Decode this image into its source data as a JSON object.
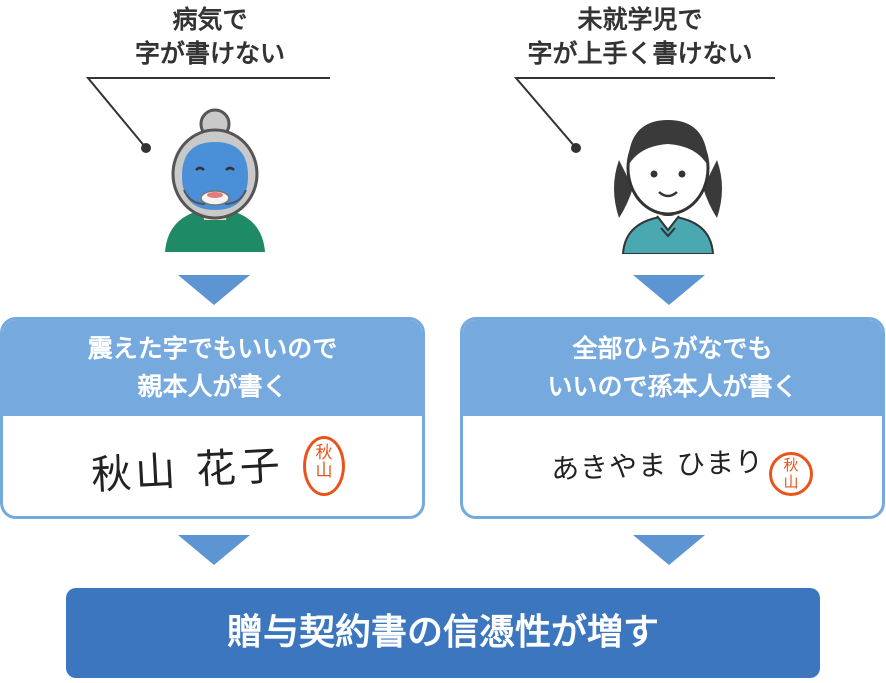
{
  "left": {
    "caption": [
      "病気で",
      "字が書けない"
    ],
    "card_heading": [
      "震えた字でもいいので",
      "親本人が書く"
    ],
    "signature": "秋山 花子",
    "seal": [
      "秋",
      "山"
    ]
  },
  "right": {
    "caption": [
      "未就学児で",
      "字が上手く書けない"
    ],
    "card_heading": [
      "全部ひらがなでも",
      "いいので孫本人が書く"
    ],
    "signature": "あきやま ひまり",
    "seal": [
      "秋",
      "山"
    ]
  },
  "result": "贈与契約書の信憑性が増す",
  "colors": {
    "card_blue": "#76a9dd",
    "arrow_blue": "#5d94d2",
    "result_blue": "#3b76bf",
    "seal_orange": "#e8541a",
    "grandma_shirt": "#1f8a66",
    "child_shirt": "#4aa8b0",
    "sick_face": "#4a90d9"
  }
}
